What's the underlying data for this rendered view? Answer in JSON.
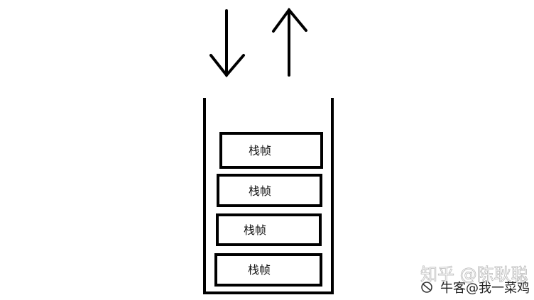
{
  "diagram": {
    "frames": [
      "栈帧",
      "栈帧",
      "栈帧",
      "栈帧"
    ],
    "arrows": [
      "push-down",
      "pop-up"
    ]
  },
  "watermarks": {
    "zhihu": "知乎 @陈耿聪",
    "nowcoder": "牛客@我一菜鸡"
  }
}
